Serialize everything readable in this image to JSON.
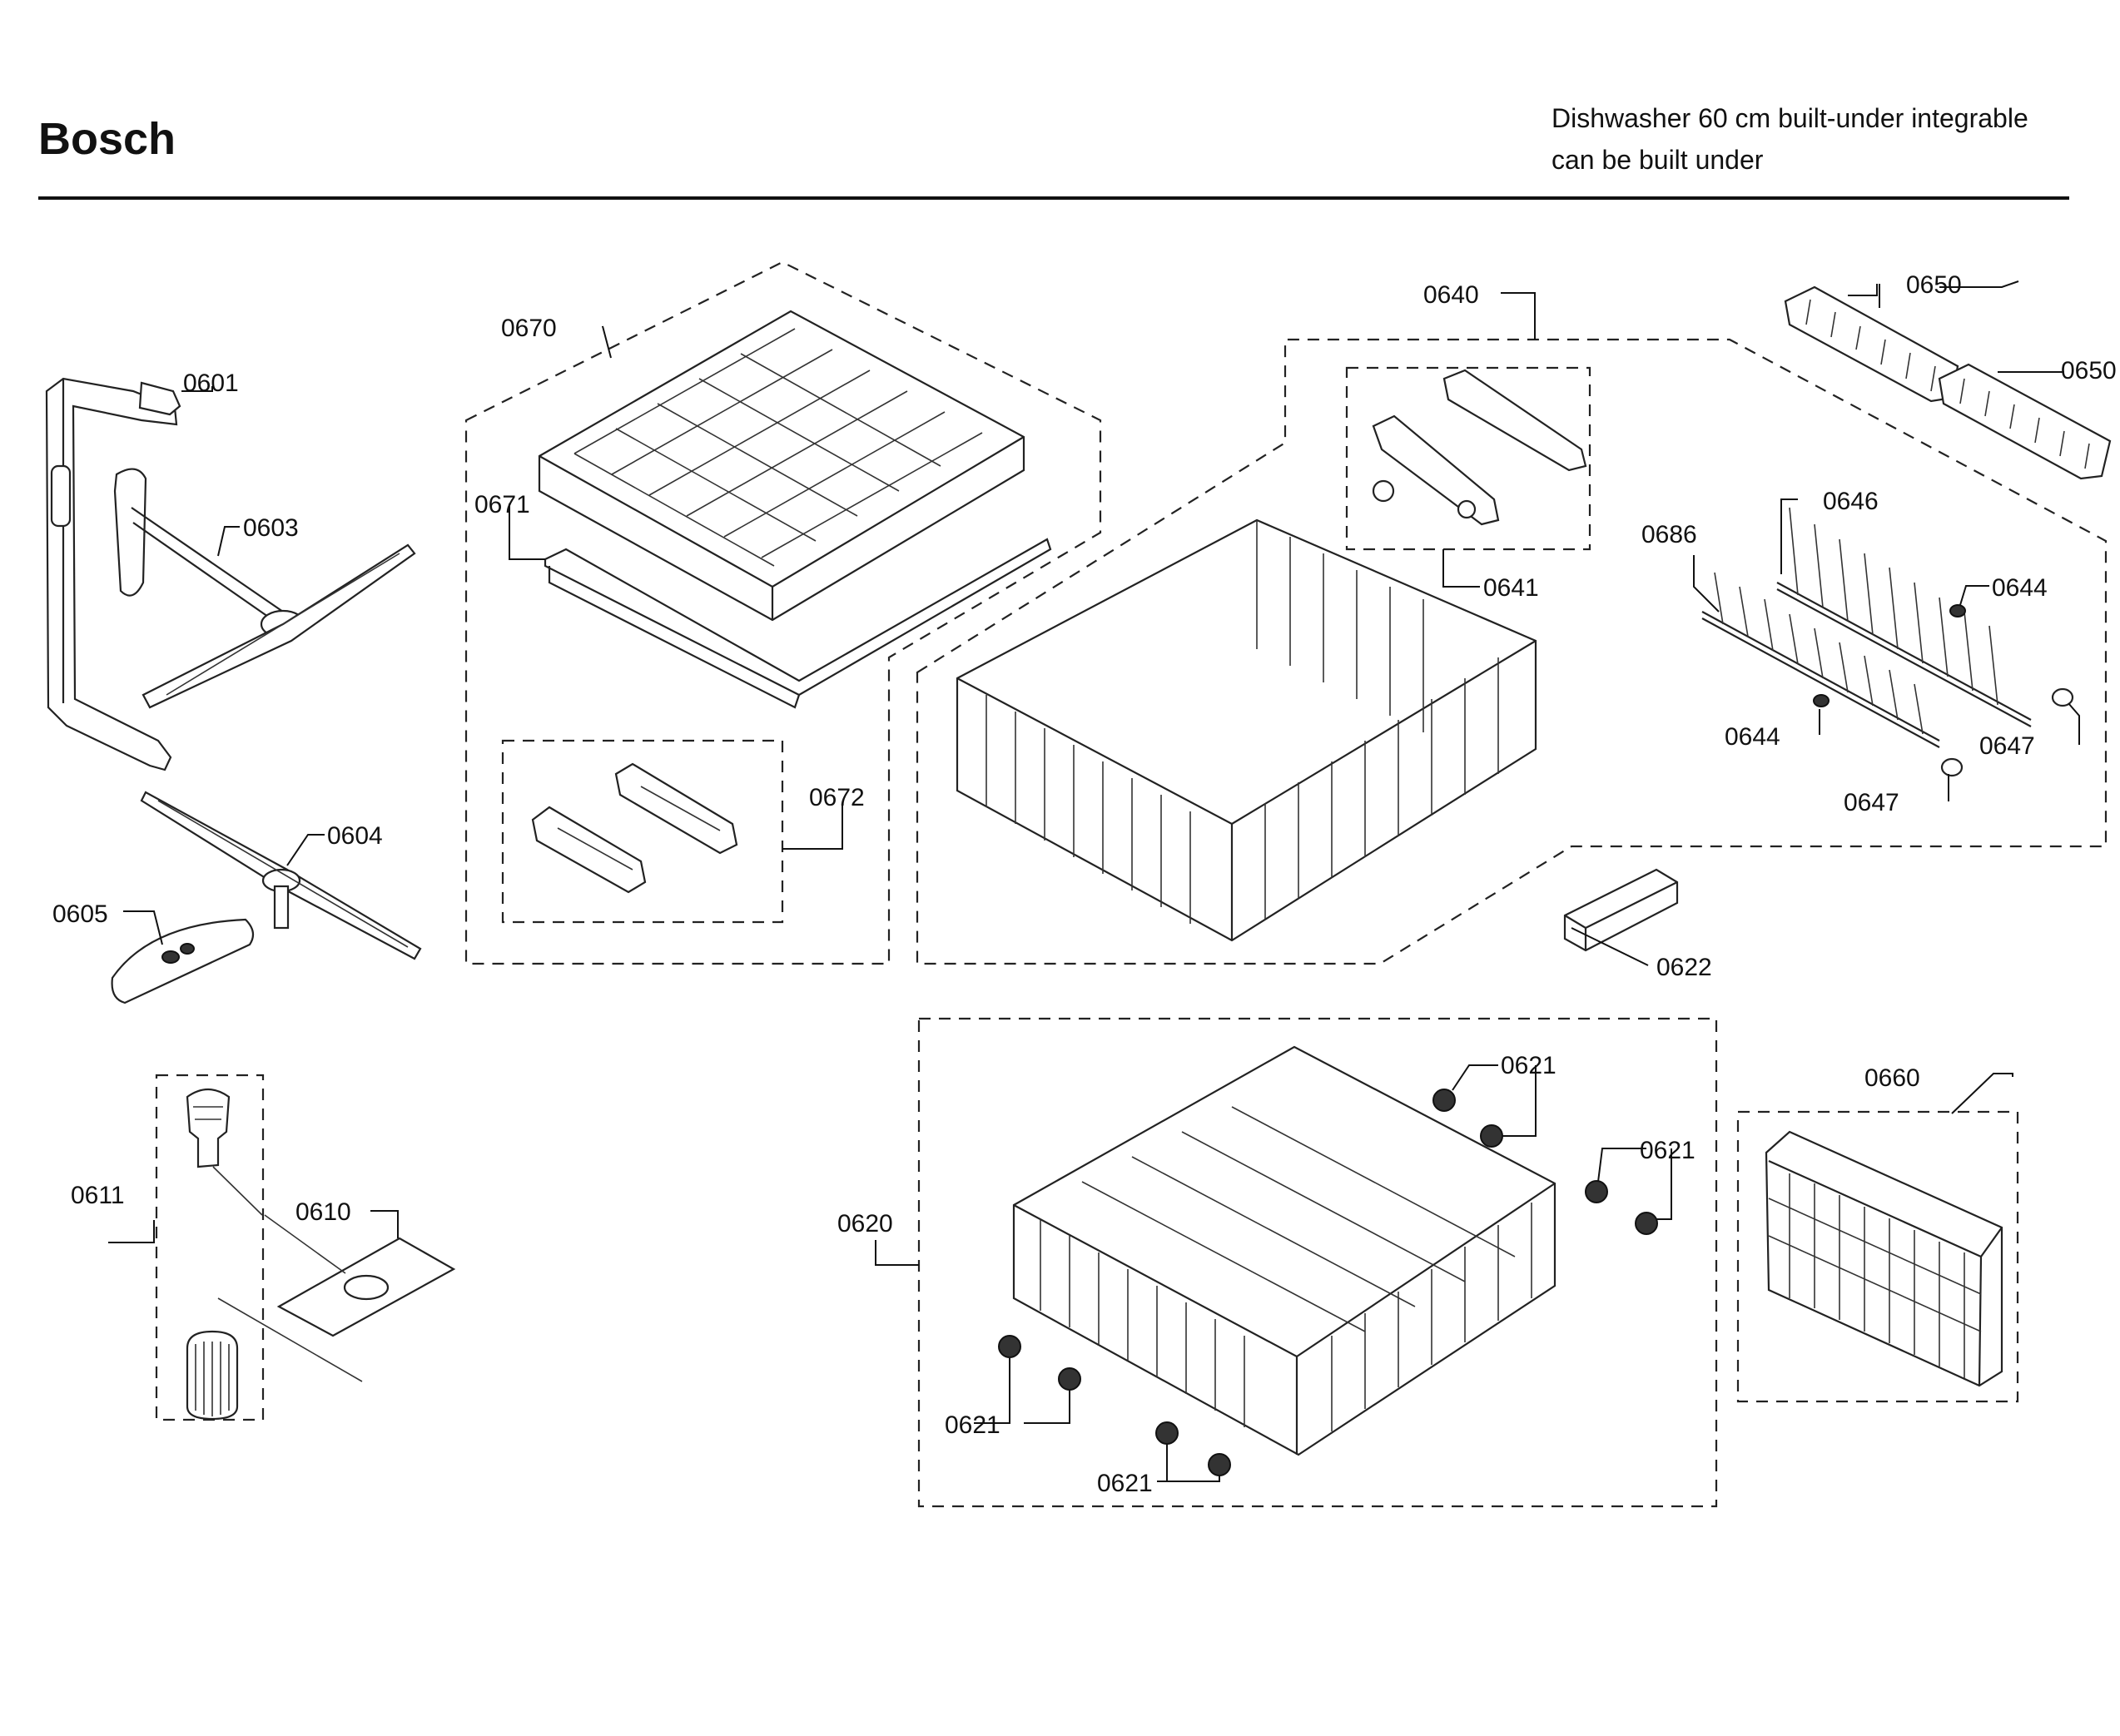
{
  "header": {
    "brand": "Bosch",
    "subtitle_line1": "Dishwasher 60 cm built-under integrable",
    "subtitle_line2": "can be built under"
  },
  "callouts": {
    "c0601": "0601",
    "c0603": "0603",
    "c0604": "0604",
    "c0605": "0605",
    "c0610": "0610",
    "c0611": "0611",
    "c0620": "0620",
    "c0621": "0621",
    "c0622": "0622",
    "c0640": "0640",
    "c0641": "0641",
    "c0644": "0644",
    "c0646": "0646",
    "c0647": "0647",
    "c0650": "0650",
    "c0660": "0660",
    "c0670": "0670",
    "c0671": "0671",
    "c0672": "0672",
    "c0686": "0686"
  }
}
